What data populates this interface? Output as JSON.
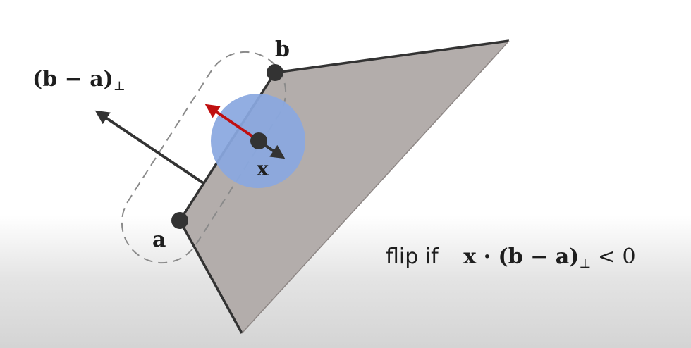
{
  "points": {
    "a": {
      "label": "a"
    },
    "b": {
      "label": "b"
    },
    "x": {
      "label": "x"
    }
  },
  "perp_label": {
    "open": "(",
    "b": "b",
    "minus": " − ",
    "a": "a",
    "close": ")",
    "sub": "⊥"
  },
  "condition": {
    "prefix": "flip if",
    "x": "x",
    "dot": " · (",
    "b": "b",
    "minus": " − ",
    "a": "a",
    "close": ")",
    "sub": "⊥",
    "rest": " < 0"
  },
  "colors": {
    "polygon_fill": "#b3adab",
    "stroke": "#333333",
    "circle_fill": "#8aa8e0",
    "arrow_red": "#c01010",
    "dashed_capsule": "#8a8a8a"
  }
}
